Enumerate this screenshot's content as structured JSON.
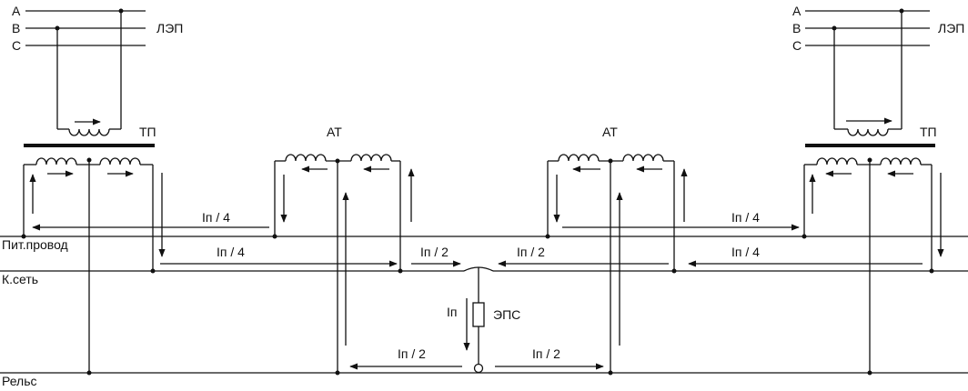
{
  "phases": [
    "A",
    "B",
    "C"
  ],
  "line_label": "ЛЭП",
  "substation_label": "ТП",
  "autotransformer_label": "АТ",
  "bus_labels": {
    "feeder": "Пит.провод",
    "catenary": "К.сеть",
    "rail": "Рельс"
  },
  "train_label": "ЭПС",
  "current_labels": {
    "train": "Iп",
    "half": "Iп / 2",
    "quarter": "Iп / 4"
  }
}
